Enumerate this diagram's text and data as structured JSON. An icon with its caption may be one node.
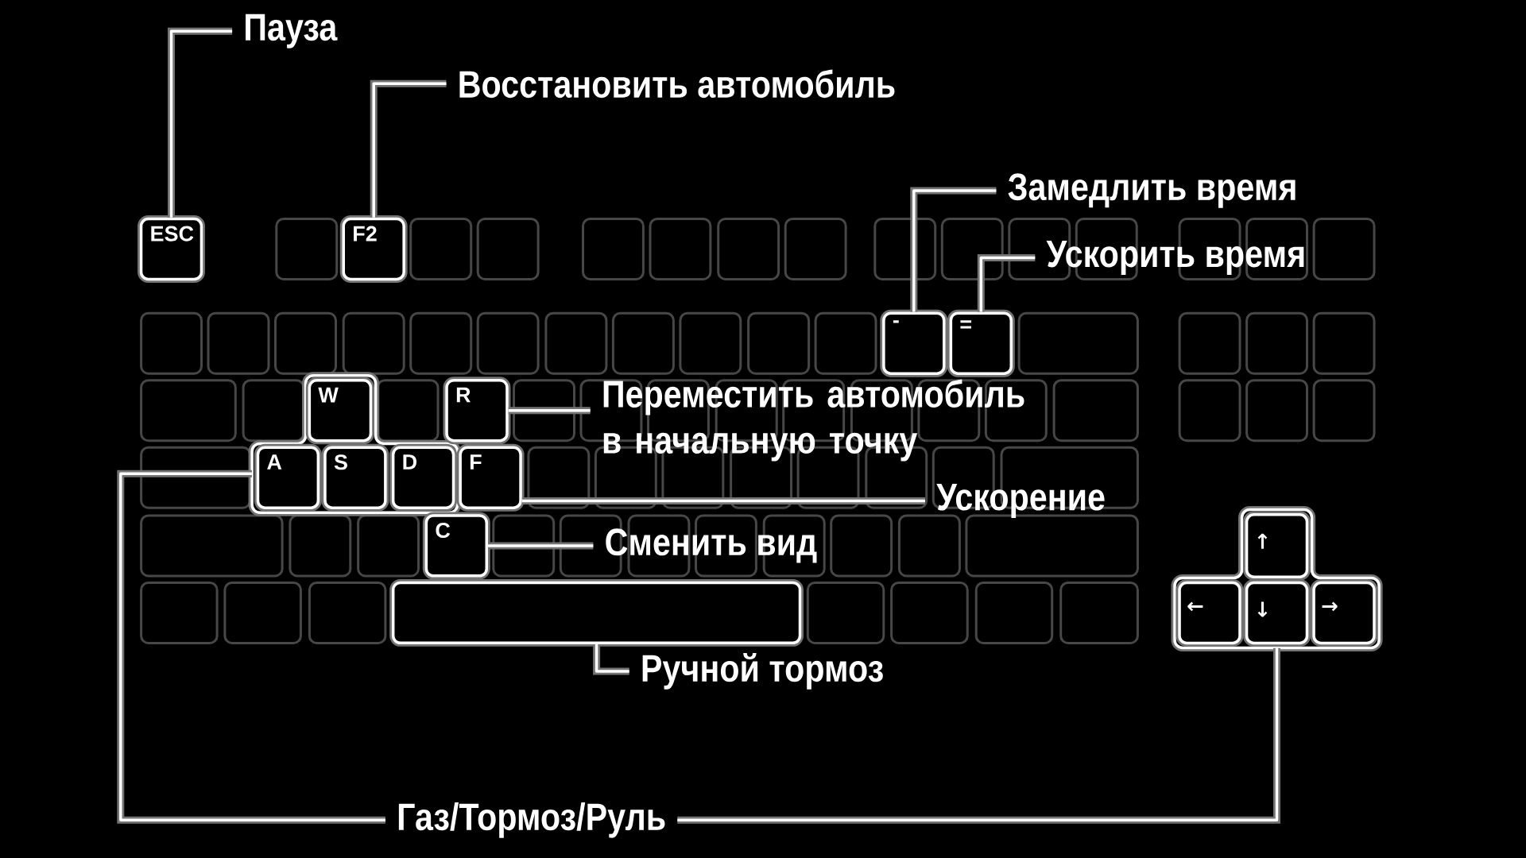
{
  "diagram": {
    "nodes": [
      {
        "text": [
          "Пауза"
        ]
      },
      {
        "text": [
          "Восстановить автомобиль"
        ]
      },
      {
        "text": [
          "ESC"
        ]
      },
      {
        "text": [
          "F2"
        ]
      },
      {
        "text": [
          "Замедлить время"
        ]
      },
      {
        "text": [
          "Ускорить время"
        ]
      },
      {
        "text": [
          "-"
        ]
      },
      {
        "text": [
          "="
        ]
      },
      {
        "text": [],
        "shape": "box"
      },
      {
        "text": [
          "W"
        ],
        "in": 8
      },
      {
        "text": [
          "R"
        ]
      },
      {
        "text": [
          "Переместить автомобиль в начальную точку"
        ]
      },
      {
        "text": [
          "A"
        ],
        "in": 8
      },
      {
        "text": [
          "S"
        ],
        "in": 8
      },
      {
        "text": [
          "D"
        ],
        "in": 8
      },
      {
        "text": [
          "F"
        ]
      },
      {
        "text": [
          "Ускорение"
        ]
      },
      {
        "text": [],
        "shape": "box"
      },
      {
        "text": [
          "↑"
        ],
        "in": 17
      },
      {
        "text": [
          "C"
        ]
      },
      {
        "text": [
          "Сменить вид"
        ]
      },
      {
        "text": [],
        "shape": "box"
      },
      {
        "text": [
          "←"
        ],
        "in": 17
      },
      {
        "text": [
          "↓"
        ],
        "in": 17
      },
      {
        "text": [
          "→"
        ],
        "in": 17
      },
      {
        "text": [
          "Ручной тормоз"
        ]
      },
      {
        "text": [
          "Газ/Тормоз/Руль"
        ]
      }
    ],
    "edges": [
      {
        "from": 0,
        "to": 2,
        "arrow": "none"
      },
      {
        "from": 1,
        "to": 3,
        "arrow": "none"
      },
      {
        "from": 4,
        "to": 6,
        "arrow": "none"
      },
      {
        "from": 5,
        "to": 7,
        "arrow": "none"
      },
      {
        "from": 11,
        "to": 10,
        "arrow": "none"
      },
      {
        "from": 16,
        "to": 15,
        "arrow": "none"
      },
      {
        "from": 20,
        "to": 19,
        "arrow": "none"
      },
      {
        "from": 25,
        "to": 21,
        "arrow": "none"
      },
      {
        "from": 26,
        "to": 8,
        "arrow": "none"
      },
      {
        "from": 26,
        "to": 17,
        "arrow": "none"
      }
    ]
  }
}
